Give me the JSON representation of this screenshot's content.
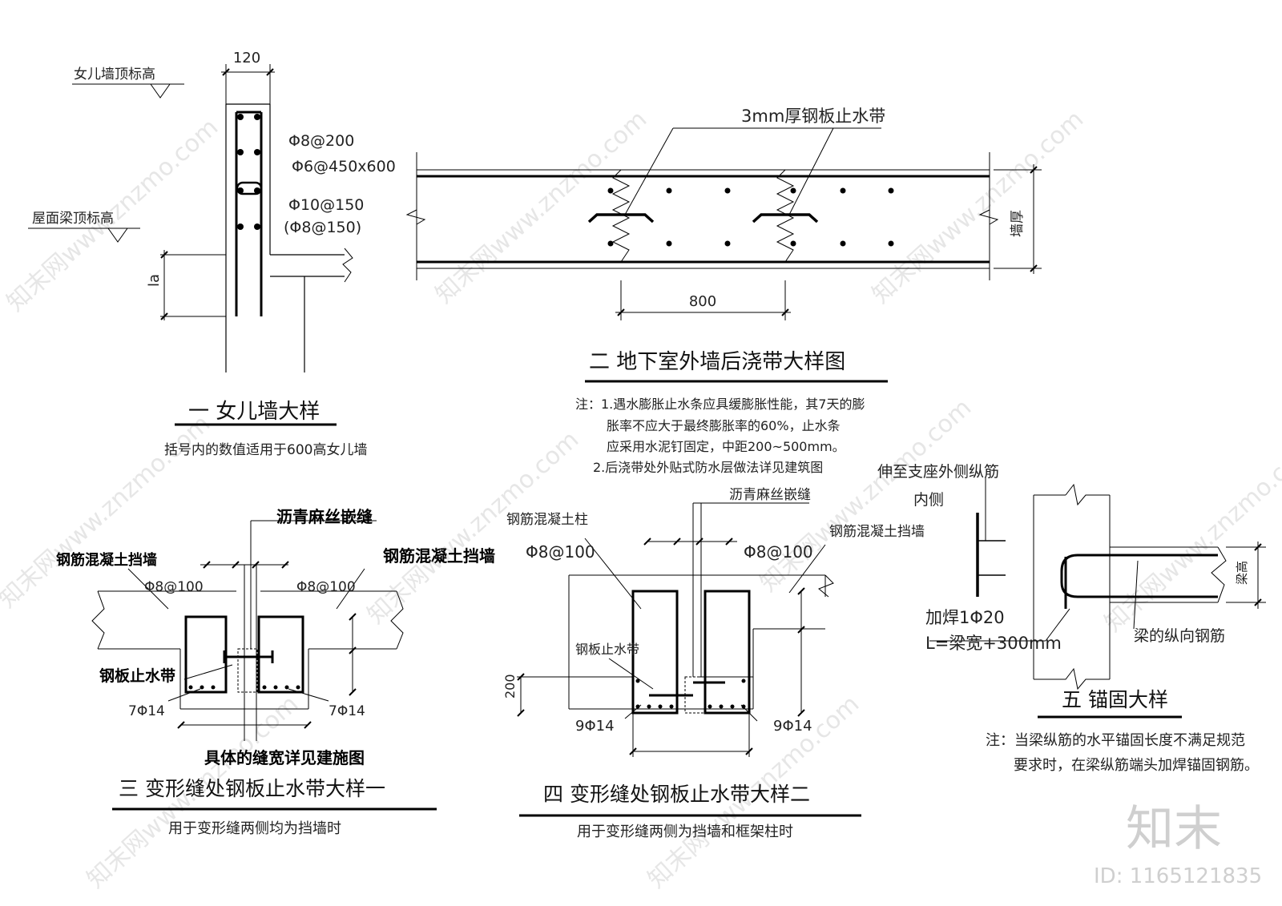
{
  "detail1": {
    "title": "一 女儿墙大样",
    "note": "括号内的数值适用于600高女儿墙",
    "labels": {
      "parapet_top": "女儿墙顶标高",
      "roof_beam_top": "屋面梁顶标高",
      "width_dim": "120",
      "la": "la",
      "rebar1": "Φ8@200",
      "rebar2": "Φ6@450x600",
      "rebar3": "Φ10@150",
      "rebar4": "(Φ8@150)"
    }
  },
  "detail2": {
    "title": "二 地下室外墙后浇带大样图",
    "labels": {
      "steel_plate": "3mm厚钢板止水带",
      "dim_800": "800",
      "wall_thickness": "墙厚"
    },
    "notes": [
      "注：1.遇水膨胀止水条应具缓膨胀性能，其7天的膨",
      "胀率不应大于最终膨胀率的60%，止水条",
      "应采用水泥钉固定，中距200~500mm。",
      "2.后浇带处外贴式防水层做法详见建筑图"
    ]
  },
  "detail3": {
    "title": "三 变形缝处钢板止水带大样一",
    "note": "用于变形缝两侧均为挡墙时",
    "labels": {
      "asphalt": "沥青麻丝嵌缝",
      "wall_left": "钢筋混凝土挡墙",
      "wall_right": "钢筋混凝土挡墙",
      "stirrup_left": "Φ8@100",
      "stirrup_right": "Φ8@100",
      "waterstop": "钢板止水带",
      "bars_left": "7Φ14",
      "bars_right": "7Φ14",
      "gap_note": "具体的缝宽详见建施图"
    }
  },
  "detail4": {
    "title": "四 变形缝处钢板止水带大样二",
    "note": "用于变形缝两侧为挡墙和框架柱时",
    "labels": {
      "asphalt": "沥青麻丝嵌缝",
      "column": "钢筋混凝土柱",
      "wall_right": "钢筋混凝土挡墙",
      "stirrup_left": "Φ8@100",
      "stirrup_right": "Φ8@100",
      "waterstop": "钢板止水带",
      "dim_200": "200",
      "bars_left": "9Φ14",
      "bars_right": "9Φ14"
    }
  },
  "detail5": {
    "title": "五 锚固大样",
    "labels": {
      "extend": "伸至支座外侧纵筋",
      "inner": "内侧",
      "weld": "加焊1Φ20",
      "length": "L=梁宽+300mm",
      "beam_rebar": "梁的纵向钢筋",
      "beam_height": "梁高"
    },
    "notes": [
      "注：当梁纵筋的水平锚固长度不满足规范",
      "要求时，在梁纵筋端头加焊锚固钢筋。"
    ]
  },
  "watermark": {
    "text": "知末网www.znzmo.com",
    "brand": "知末",
    "id_text": "ID: 1165121835"
  }
}
